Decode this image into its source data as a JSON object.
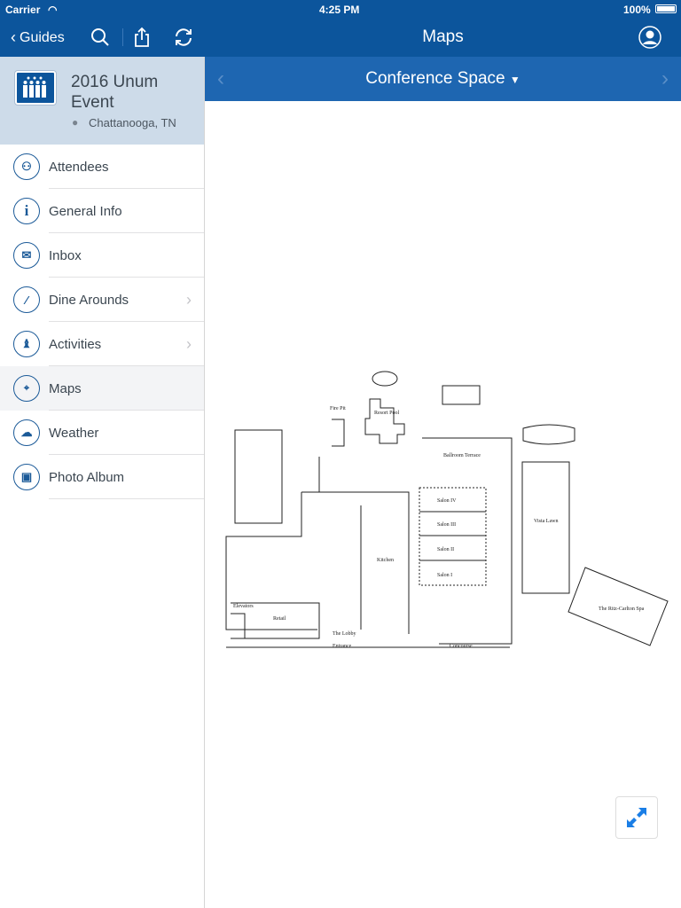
{
  "status": {
    "carrier": "Carrier",
    "time": "4:25 PM",
    "battery": "100%"
  },
  "nav": {
    "back_label": "Guides",
    "title": "Maps"
  },
  "subbar": {
    "title": "Conference Space"
  },
  "event": {
    "name": "2016 Unum Event",
    "location": "Chattanooga, TN"
  },
  "sidebar": {
    "items": [
      {
        "label": "Attendees",
        "icon": "people-icon"
      },
      {
        "label": "General Info",
        "icon": "info-icon"
      },
      {
        "label": "Inbox",
        "icon": "envelope-icon"
      },
      {
        "label": "Dine Arounds",
        "icon": "utensils-icon"
      },
      {
        "label": "Activities",
        "icon": "chess-icon"
      },
      {
        "label": "Maps",
        "icon": "map-icon"
      },
      {
        "label": "Weather",
        "icon": "weather-icon"
      },
      {
        "label": "Photo Album",
        "icon": "photo-icon"
      }
    ]
  },
  "map": {
    "labels": {
      "kitchen": "Kitchen",
      "salon4": "Salon IV",
      "salon3": "Salon III",
      "salon2": "Salon II",
      "salon1": "Salon I",
      "vista": "Vista Lawn",
      "spa": "The Ritz-Carlton Spa",
      "retail": "Retail",
      "elevators": "Elevators",
      "lobby": "The Lobby",
      "entrance": "Entrance",
      "concourse": "Concourse",
      "resort_pool": "Resort Pool",
      "ballroom_terrace": "Ballroom Terrace",
      "fire_pit": "Fire Pit"
    }
  },
  "colors": {
    "nav": "#0c559c",
    "subbar": "#1e66b1",
    "accent": "#1a7ee6"
  }
}
